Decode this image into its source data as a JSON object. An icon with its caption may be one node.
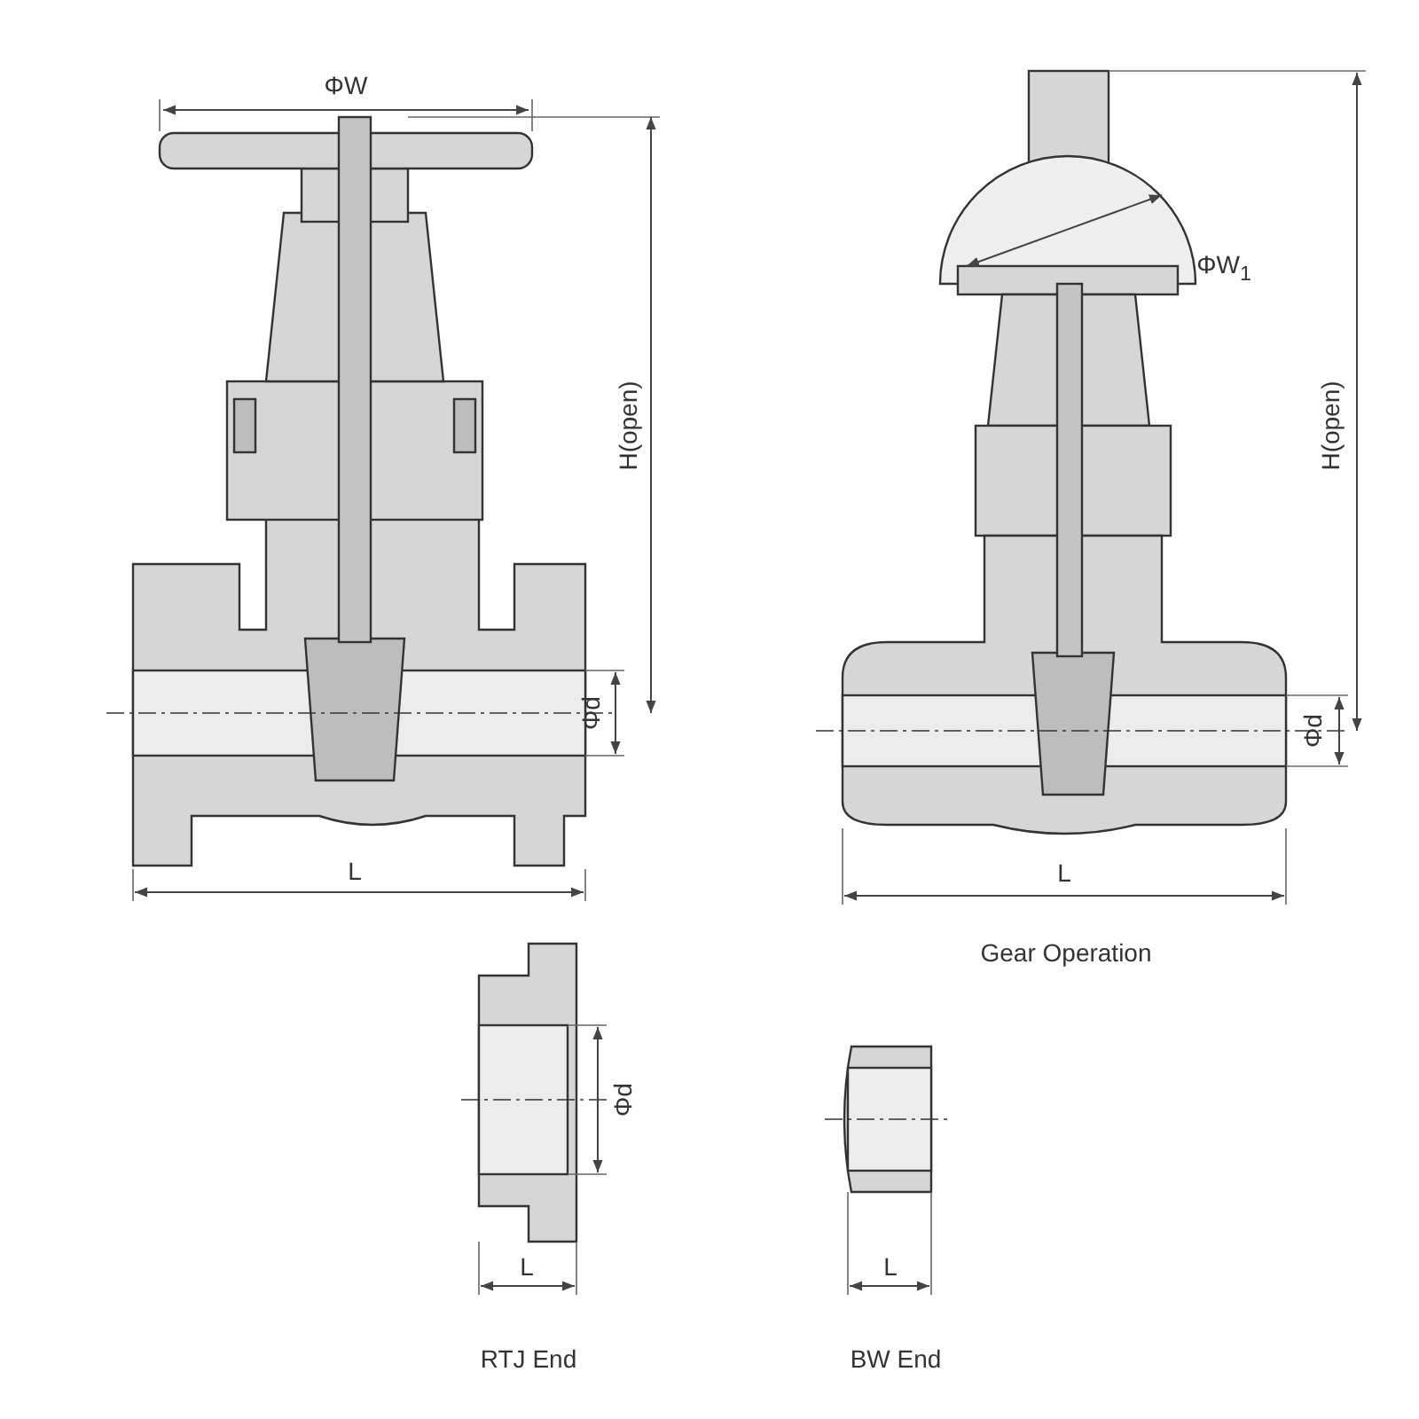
{
  "diagram": {
    "labels": [
      "ΦW",
      "ΦW$_{1}$",
      "H(open)",
      "H(open)",
      "Φd",
      "Φd",
      "L",
      "L",
      "Gear Operation",
      "Φd",
      "L",
      "L",
      "RTJ End",
      "BW End"
    ]
  }
}
